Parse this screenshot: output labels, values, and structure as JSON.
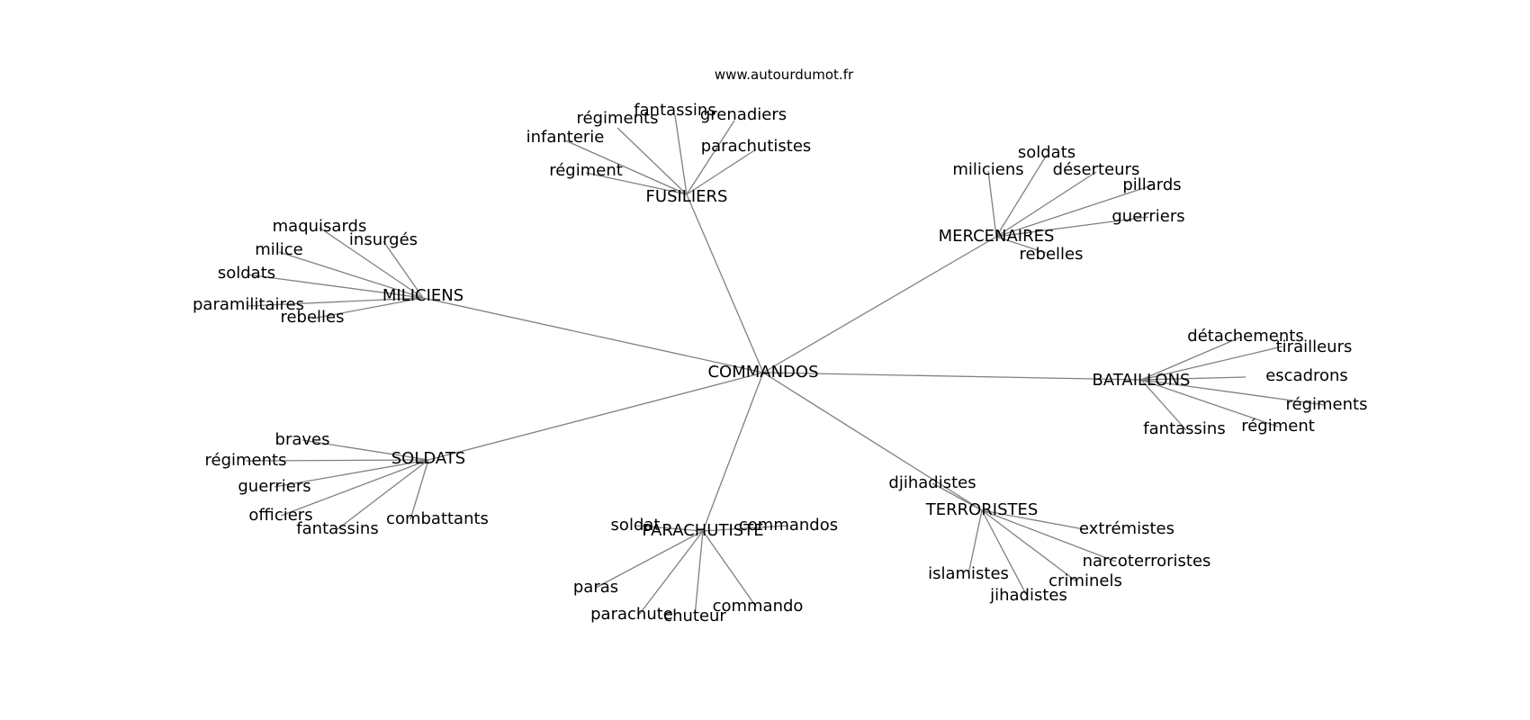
{
  "source": "www.autourdumot.fr",
  "center": "COMMANDOS",
  "clusters": [
    {
      "label": "FUSILIERS",
      "leaves": [
        "fantassins",
        "régiments",
        "grenadiers",
        "infanterie",
        "parachutistes",
        "régiment"
      ]
    },
    {
      "label": "MERCENAIRES",
      "leaves": [
        "soldats",
        "miliciens",
        "déserteurs",
        "pillards",
        "guerriers",
        "rebelles"
      ]
    },
    {
      "label": "MILICIENS",
      "leaves": [
        "maquisards",
        "insurgés",
        "milice",
        "soldats",
        "paramilitaires",
        "rebelles"
      ]
    },
    {
      "label": "BATAILLONS",
      "leaves": [
        "détachements",
        "tirailleurs",
        "escadrons",
        "régiments",
        "régiment",
        "fantassins"
      ]
    },
    {
      "label": "SOLDATS",
      "leaves": [
        "braves",
        "régiments",
        "guerriers",
        "officiers",
        "fantassins",
        "combattants"
      ]
    },
    {
      "label": "TERRORISTES",
      "leaves": [
        "djihadistes",
        "extrémistes",
        "narcoterroristes",
        "criminels",
        "jihadistes",
        "islamistes"
      ]
    },
    {
      "label": "PARACHUTISTE",
      "leaves": [
        "soldat",
        "commandos",
        "paras",
        "parachute",
        "chuteur",
        "commando"
      ]
    }
  ]
}
